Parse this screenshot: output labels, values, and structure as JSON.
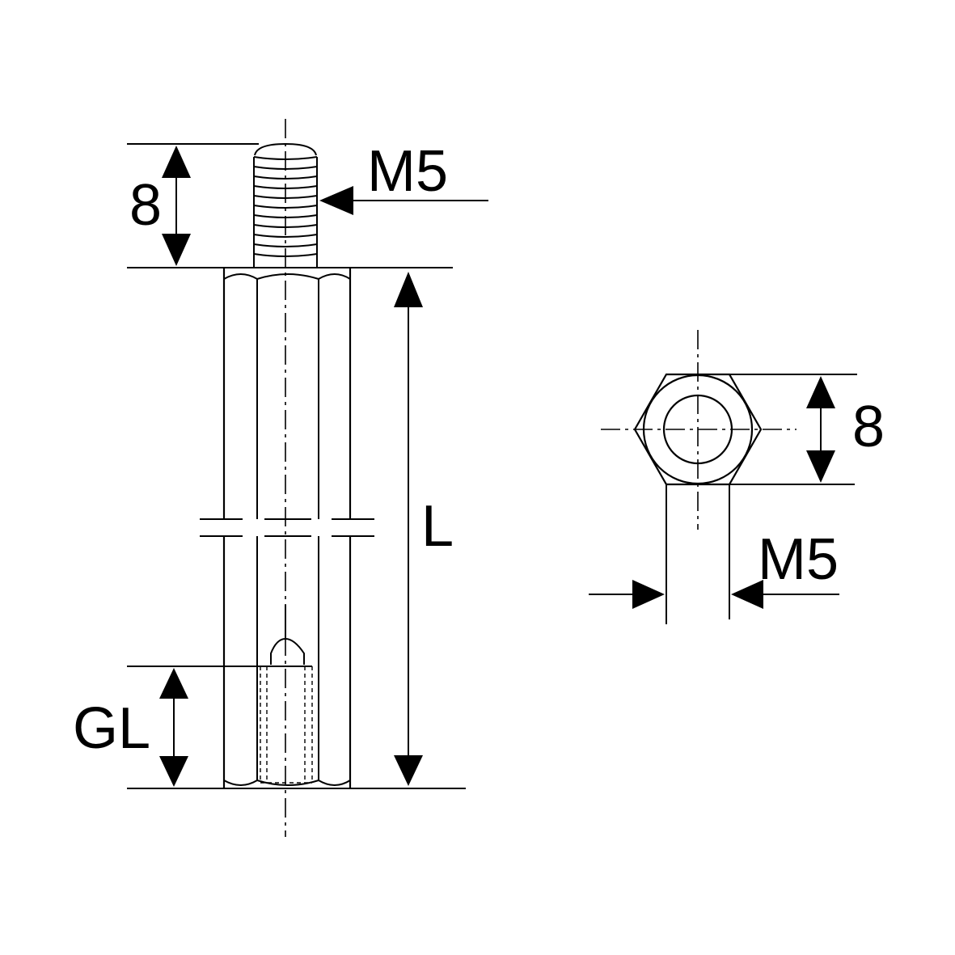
{
  "labels": {
    "thread_length": "8",
    "thread_size_top": "M5",
    "length": "L",
    "internal_thread_length": "GL",
    "hex_width": "8",
    "thread_size_bottom": "M5"
  }
}
